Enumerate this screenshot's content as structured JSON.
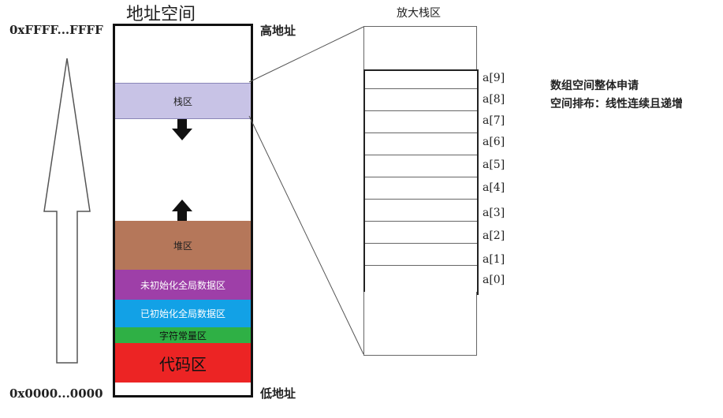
{
  "address_space_title": "地址空间",
  "high_hex": "0xFFFF...FFFF",
  "low_hex": "0x0000...0000",
  "high_label": "高地址",
  "low_label": "低地址",
  "regions": {
    "stack": "栈区",
    "heap": "堆区",
    "bss": "未初始化全局数据区",
    "data": "已初始化全局数据区",
    "rodata": "字符常量区",
    "code": "代码区"
  },
  "zoom_title": "放大栈区",
  "array_labels": [
    "a[9]",
    "a[8]",
    "a[7]",
    "a[6]",
    "a[5]",
    "a[4]",
    "a[3]",
    "a[2]",
    "a[1]",
    "a[0]"
  ],
  "notes": {
    "line1": "数组空间整体申请",
    "line2": "空间排布：线性连续且递增"
  },
  "colors": {
    "stack": "#c8c3e6",
    "heap": "#b5775a",
    "bss": "#9e3fa8",
    "data": "#12a1e6",
    "rodata": "#2fb045",
    "code": "#ec2424"
  }
}
